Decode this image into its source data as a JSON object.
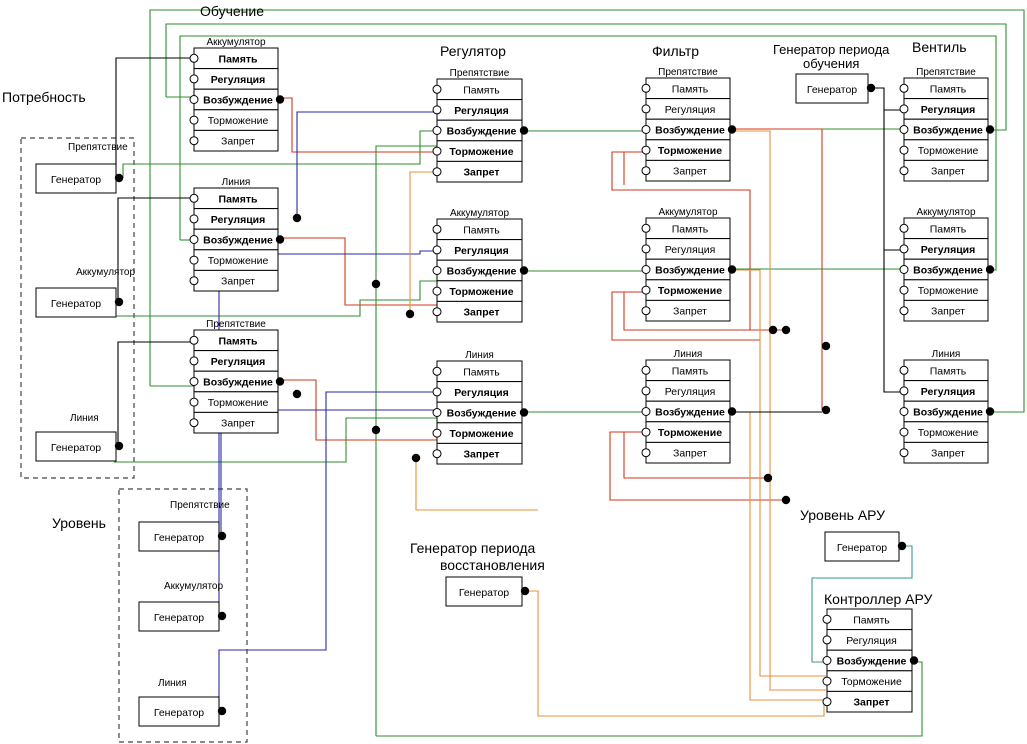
{
  "colors": {
    "green": "#2f8f2f",
    "red": "#d23a1c",
    "blue": "#2a2aa8",
    "orange": "#e8913a",
    "black": "#000000",
    "teal": "#3a9b8a"
  },
  "labels": {
    "training": "Обучение",
    "need": "Потребность",
    "level": "Уровень",
    "regulator": "Регулятор",
    "filter": "Фильтр",
    "valve": "Вентиль",
    "gen_training_period": "Генератор периода обучения",
    "gen_recovery_period": "Генератор периода восстановления",
    "aru_level": "Уровень АРУ",
    "aru_controller": "Контроллер АРУ"
  },
  "generator_text": "Генератор",
  "rows_text": [
    "Память",
    "Регуляция",
    "Возбуждение",
    "Торможение",
    "Запрет"
  ],
  "node_blocks": [
    {
      "id": "need-obstacle",
      "group": "need",
      "title": "Аккумулятор",
      "bold": [
        0,
        1,
        2
      ]
    },
    {
      "id": "need-line",
      "group": "need",
      "title": "Линия",
      "bold": [
        0,
        1,
        2
      ]
    },
    {
      "id": "need-obstacle-2",
      "group": "need",
      "title": "Препятствие",
      "bold": [
        0,
        1,
        2
      ]
    },
    {
      "id": "reg-obstacle",
      "group": "regulator",
      "title": "Препятствие",
      "bold": [
        1,
        2,
        3,
        4
      ]
    },
    {
      "id": "reg-accum",
      "group": "regulator",
      "title": "Аккумулятор",
      "bold": [
        1,
        2,
        3,
        4
      ]
    },
    {
      "id": "reg-line",
      "group": "regulator",
      "title": "Линия",
      "bold": [
        1,
        2,
        3,
        4
      ]
    },
    {
      "id": "flt-obstacle",
      "group": "filter",
      "title": "Препятствие",
      "bold": [
        2,
        3
      ]
    },
    {
      "id": "flt-accum",
      "group": "filter",
      "title": "Аккумулятор",
      "bold": [
        2,
        3
      ]
    },
    {
      "id": "flt-line",
      "group": "filter",
      "title": "Линия",
      "bold": [
        2,
        3
      ]
    },
    {
      "id": "vlv-obstacle",
      "group": "valve",
      "title": "Препятствие",
      "bold": [
        1,
        2
      ]
    },
    {
      "id": "vlv-accum",
      "group": "valve",
      "title": "Аккумулятор",
      "bold": [
        1,
        2
      ]
    },
    {
      "id": "vlv-line",
      "group": "valve",
      "title": "Линия",
      "bold": [
        1,
        2
      ]
    },
    {
      "id": "aru-controller",
      "group": "aru",
      "title": "",
      "bold": [
        2,
        4
      ]
    }
  ],
  "generator_blocks": [
    {
      "id": "gen-need-obstacle",
      "caption": "Препятствие"
    },
    {
      "id": "gen-need-accum",
      "caption": "Аккумулятор"
    },
    {
      "id": "gen-need-line",
      "caption": "Линия"
    },
    {
      "id": "gen-level-obstacle",
      "caption": "Препятствие"
    },
    {
      "id": "gen-level-accum",
      "caption": "Аккумулятор"
    },
    {
      "id": "gen-level-line",
      "caption": "Линия"
    },
    {
      "id": "gen-training-period",
      "caption": ""
    },
    {
      "id": "gen-recovery-period",
      "caption": ""
    },
    {
      "id": "gen-aru-level",
      "caption": ""
    }
  ]
}
